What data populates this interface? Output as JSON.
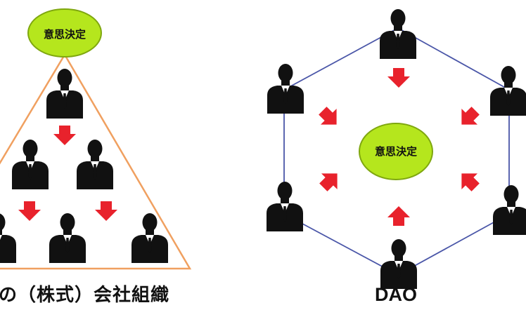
{
  "left": {
    "bubble": "意思決定",
    "caption": "の（株式）会社組織"
  },
  "right": {
    "bubble": "意思決定",
    "caption": "DAO"
  },
  "colors": {
    "bubble_fill": "#b5e61d",
    "bubble_stroke": "#7fa70f",
    "triangle": "#f0a060",
    "hexagon": "#4a56a8",
    "arrow": "#e8222c",
    "person": "#111111"
  },
  "icons": [
    "businessman-icon",
    "arrow-icon"
  ]
}
